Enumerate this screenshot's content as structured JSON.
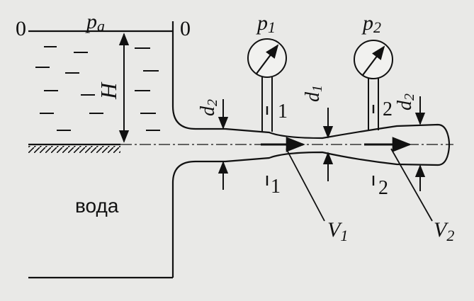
{
  "labels": {
    "section_left": "0",
    "section_right": "0",
    "atm_pressure": "p",
    "atm_pressure_sub": "a",
    "head": "H",
    "gauge1": "p",
    "gauge1_sub": "1",
    "gauge2": "p",
    "gauge2_sub": "2",
    "d_inlet": "d",
    "d_inlet_sub": "2",
    "d_throat": "d",
    "d_throat_sub": "1",
    "d_outlet": "d",
    "d_outlet_sub": "2",
    "sec1_top": "1",
    "sec1_bottom": "1",
    "sec2_top": "2",
    "sec2_bottom": "2",
    "v1": "V",
    "v1_sub": "1",
    "v2": "V",
    "v2_sub": "2",
    "fluid": "вода"
  }
}
